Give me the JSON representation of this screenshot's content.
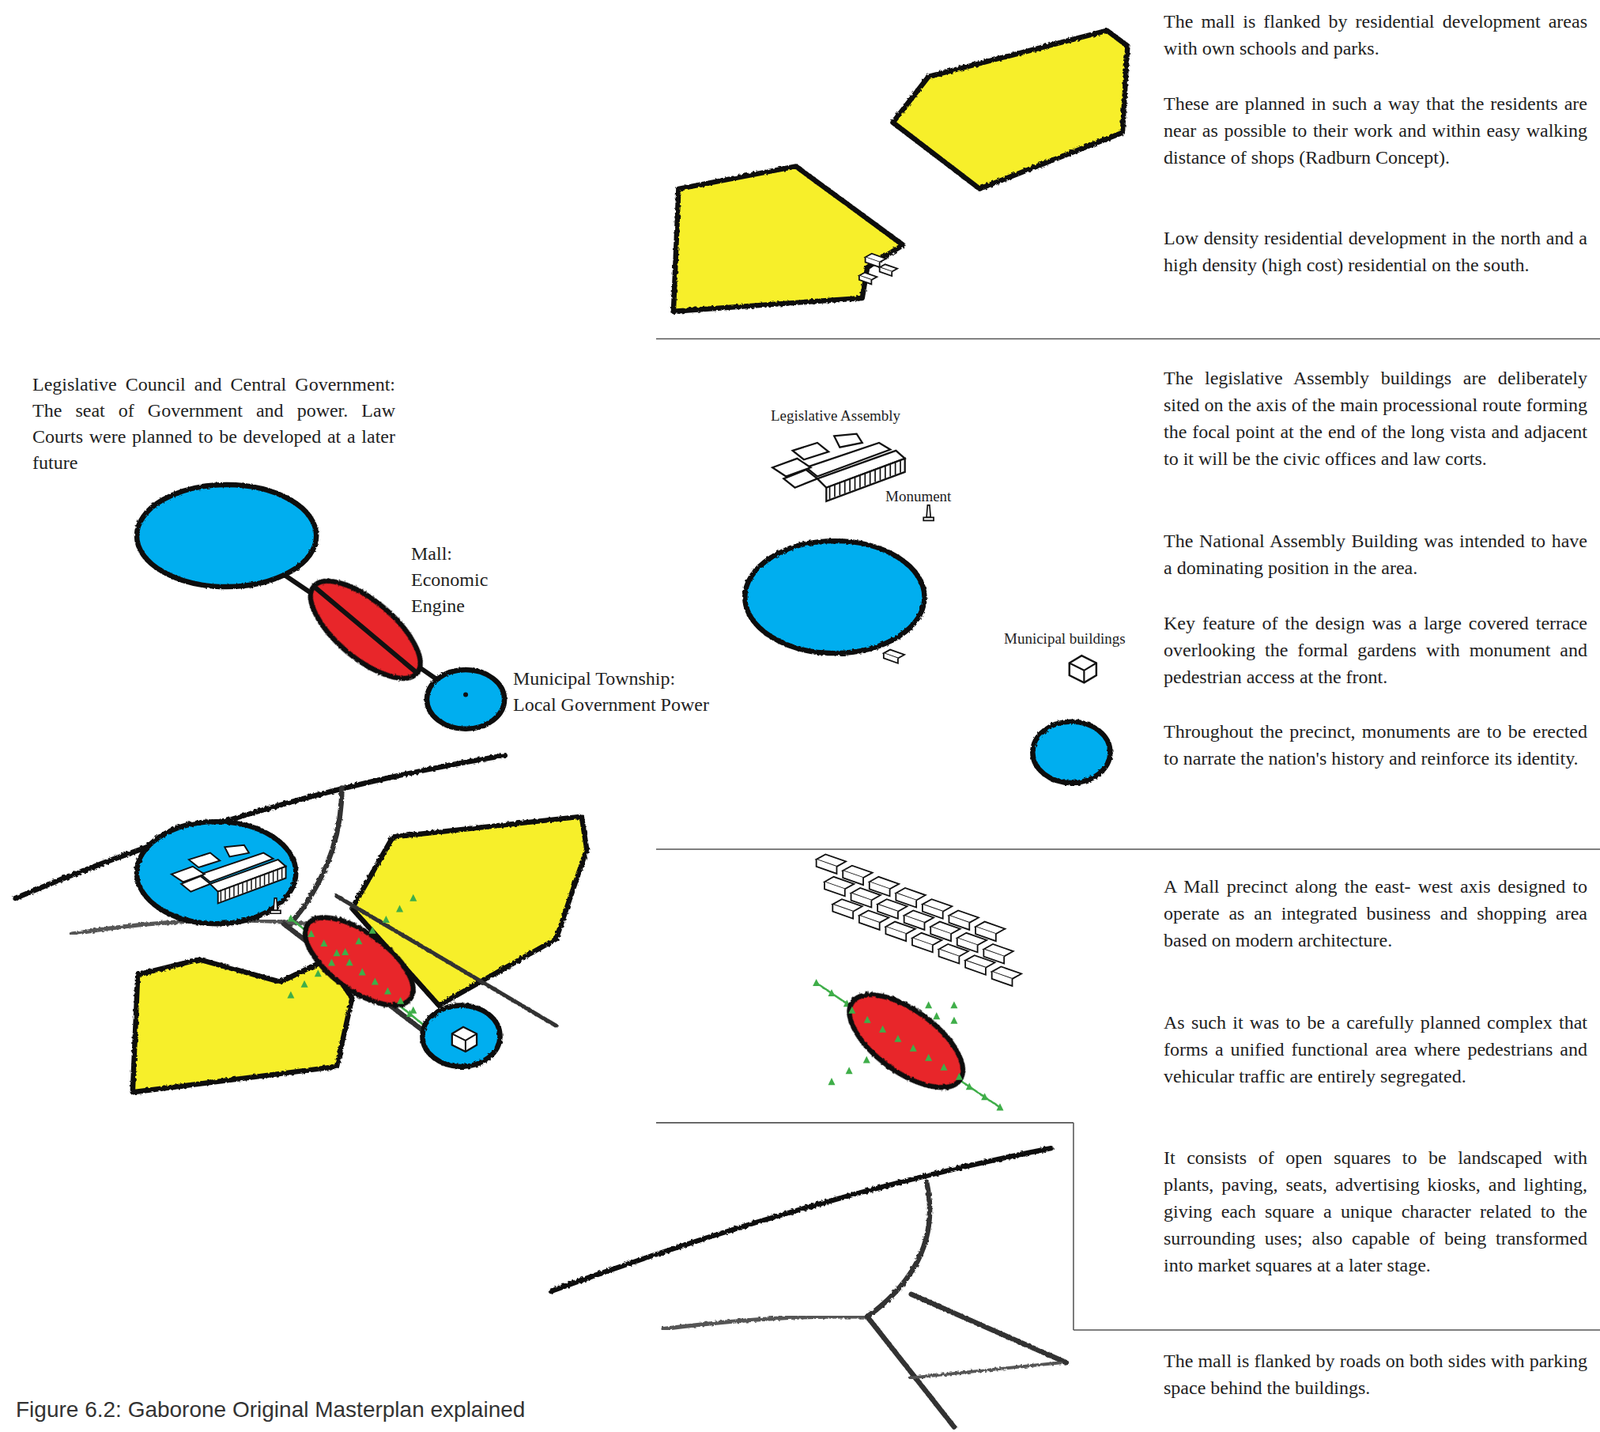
{
  "diagram": {
    "caption": "Figure 6.2: Gaborone Original Masterplan explained",
    "nodes": [
      {
        "text": [
          "Legislative Council and Central Government: The seat of Government and power. Law Courts were planned to be developed at a later future"
        ]
      },
      {
        "text": [
          "Mall: Economic Engine"
        ]
      },
      {
        "text": [
          "Municipal Township: Local Government Power"
        ]
      }
    ],
    "edges": [
      {
        "from": 0,
        "to": 1,
        "arrow": "none"
      },
      {
        "from": 1,
        "to": 2,
        "arrow": "none"
      }
    ],
    "labels": [
      "The mall is flanked by residential development areas with own schools and parks.",
      "These are planned in such a way that the residents are near as possible to their work and within easy walking distance of shops (Radburn Concept).",
      "Low density residential development in the north and a high density (high cost) residential on the south.",
      "Legislative Assembly",
      "Monument",
      "Municipal buildings",
      "The legislative Assembly buildings are deliberately sited on the axis of the main processional route forming the focal point at the end of the long vista and adjacent to it will be the civic offices and law corts.",
      "The National Assembly Building was intended to have a dominating position in the area.",
      "Key feature of the design was a large covered terrace overlooking the formal gardens with monument and pedestrian access at the front.",
      "Throughout the precinct, monuments are to be erected to narrate the nation's history and reinforce its identity.",
      "A Mall precinct along the east- west axis designed to operate as an integrated business and shopping area based on modern architecture.",
      "As such it was to be a carefully planned complex that forms a unified functional area where pedestrians and vehicular traffic are entirely segregated.",
      "It consists of open squares to be landscaped with plants, paving, seats, advertising kiosks, and lighting, giving each square a unique character related to the surrounding uses; also capable of being transformed into market squares at a later stage.",
      "The mall is flanked by roads on both sides with parking space behind the buildings."
    ]
  }
}
